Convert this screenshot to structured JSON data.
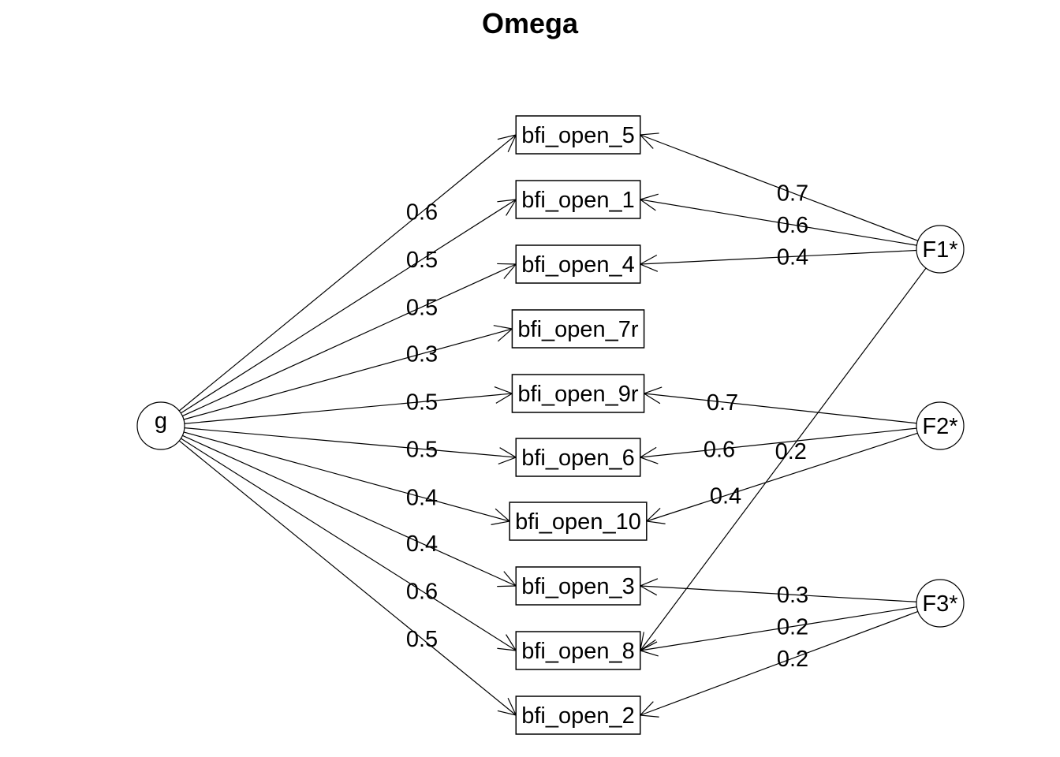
{
  "title": "Omega",
  "general_factor": {
    "id": "g",
    "label": "g"
  },
  "group_factors": [
    {
      "id": "F1",
      "label": "F1*"
    },
    {
      "id": "F2",
      "label": "F2*"
    },
    {
      "id": "F3",
      "label": "F3*"
    }
  ],
  "items": [
    {
      "id": "bfi_open_5",
      "label": "bfi_open_5"
    },
    {
      "id": "bfi_open_1",
      "label": "bfi_open_1"
    },
    {
      "id": "bfi_open_4",
      "label": "bfi_open_4"
    },
    {
      "id": "bfi_open_7r",
      "label": "bfi_open_7r"
    },
    {
      "id": "bfi_open_9r",
      "label": "bfi_open_9r"
    },
    {
      "id": "bfi_open_6",
      "label": "bfi_open_6"
    },
    {
      "id": "bfi_open_10",
      "label": "bfi_open_10"
    },
    {
      "id": "bfi_open_3",
      "label": "bfi_open_3"
    },
    {
      "id": "bfi_open_8",
      "label": "bfi_open_8"
    },
    {
      "id": "bfi_open_2",
      "label": "bfi_open_2"
    }
  ],
  "g_loadings": [
    {
      "item": "bfi_open_5",
      "value": "0.6"
    },
    {
      "item": "bfi_open_1",
      "value": "0.5"
    },
    {
      "item": "bfi_open_4",
      "value": "0.5"
    },
    {
      "item": "bfi_open_7r",
      "value": "0.3"
    },
    {
      "item": "bfi_open_9r",
      "value": "0.5"
    },
    {
      "item": "bfi_open_6",
      "value": "0.5"
    },
    {
      "item": "bfi_open_10",
      "value": "0.4"
    },
    {
      "item": "bfi_open_3",
      "value": "0.4"
    },
    {
      "item": "bfi_open_8",
      "value": "0.6"
    },
    {
      "item": "bfi_open_2",
      "value": "0.5"
    }
  ],
  "group_loadings": [
    {
      "factor": "F1",
      "item": "bfi_open_5",
      "value": "0.7"
    },
    {
      "factor": "F1",
      "item": "bfi_open_1",
      "value": "0.6"
    },
    {
      "factor": "F1",
      "item": "bfi_open_4",
      "value": "0.4"
    },
    {
      "factor": "F1",
      "item": "bfi_open_8",
      "value": "0.2"
    },
    {
      "factor": "F2",
      "item": "bfi_open_9r",
      "value": "0.7"
    },
    {
      "factor": "F2",
      "item": "bfi_open_6",
      "value": "0.6"
    },
    {
      "factor": "F2",
      "item": "bfi_open_10",
      "value": "0.4"
    },
    {
      "factor": "F3",
      "item": "bfi_open_3",
      "value": "0.3"
    },
    {
      "factor": "F3",
      "item": "bfi_open_8",
      "value": "0.2"
    },
    {
      "factor": "F3",
      "item": "bfi_open_2",
      "value": "0.2"
    }
  ]
}
